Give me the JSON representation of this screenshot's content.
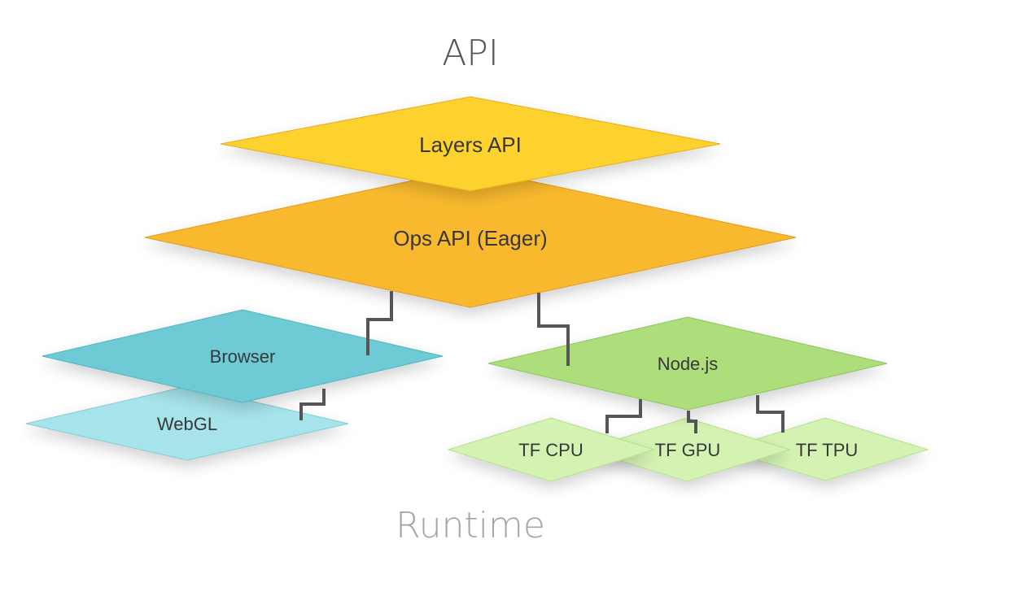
{
  "title_top": "API",
  "title_bottom": "Runtime",
  "colors": {
    "layers": "#fdd12f",
    "ops": "#f8b92e",
    "browser": "#6ecbd5",
    "webgl": "#a6e3ea",
    "node": "#aedd7c",
    "tf_small": "#d4f3b3",
    "connector": "#555555",
    "title_top": "#555555",
    "title_bottom": "#a5a5a5"
  },
  "layers": {
    "layers_api": "Layers API",
    "ops_api": "Ops API (Eager)",
    "browser": "Browser",
    "webgl": "WebGL",
    "node": "Node.js",
    "tf_cpu": "TF CPU",
    "tf_gpu": "TF GPU",
    "tf_tpu": "TF TPU"
  }
}
